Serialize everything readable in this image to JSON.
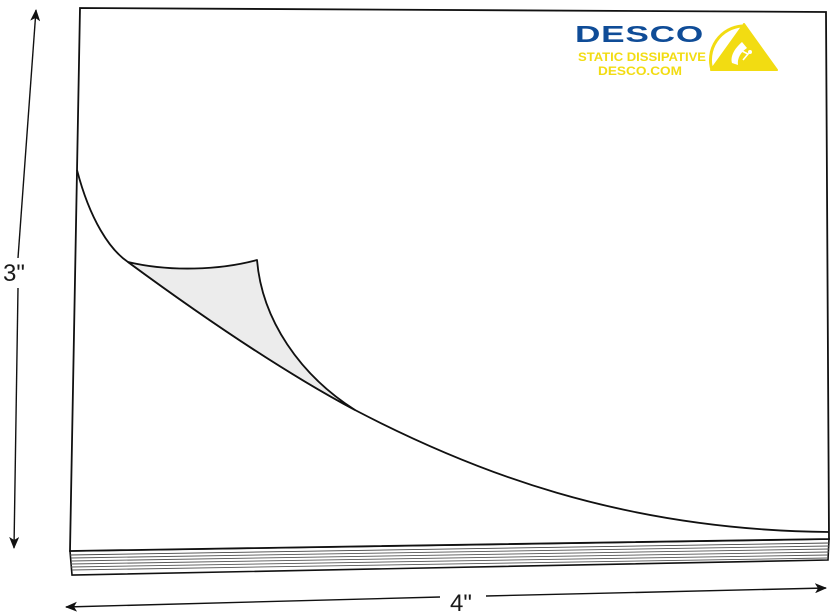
{
  "product": {
    "brand": "DESCO",
    "line1": "STATIC DISSIPATIVE",
    "line2": "DESCO.COM",
    "brand_color": "#0f4c97",
    "accent_color": "#f2dc12",
    "icon": "esd-susceptibility-symbol-icon"
  },
  "dimensions": {
    "height": "3\"",
    "width": "4\""
  },
  "colors": {
    "outline": "#111111",
    "pad_face": "#ffffff",
    "curl_underside": "#ececec"
  }
}
